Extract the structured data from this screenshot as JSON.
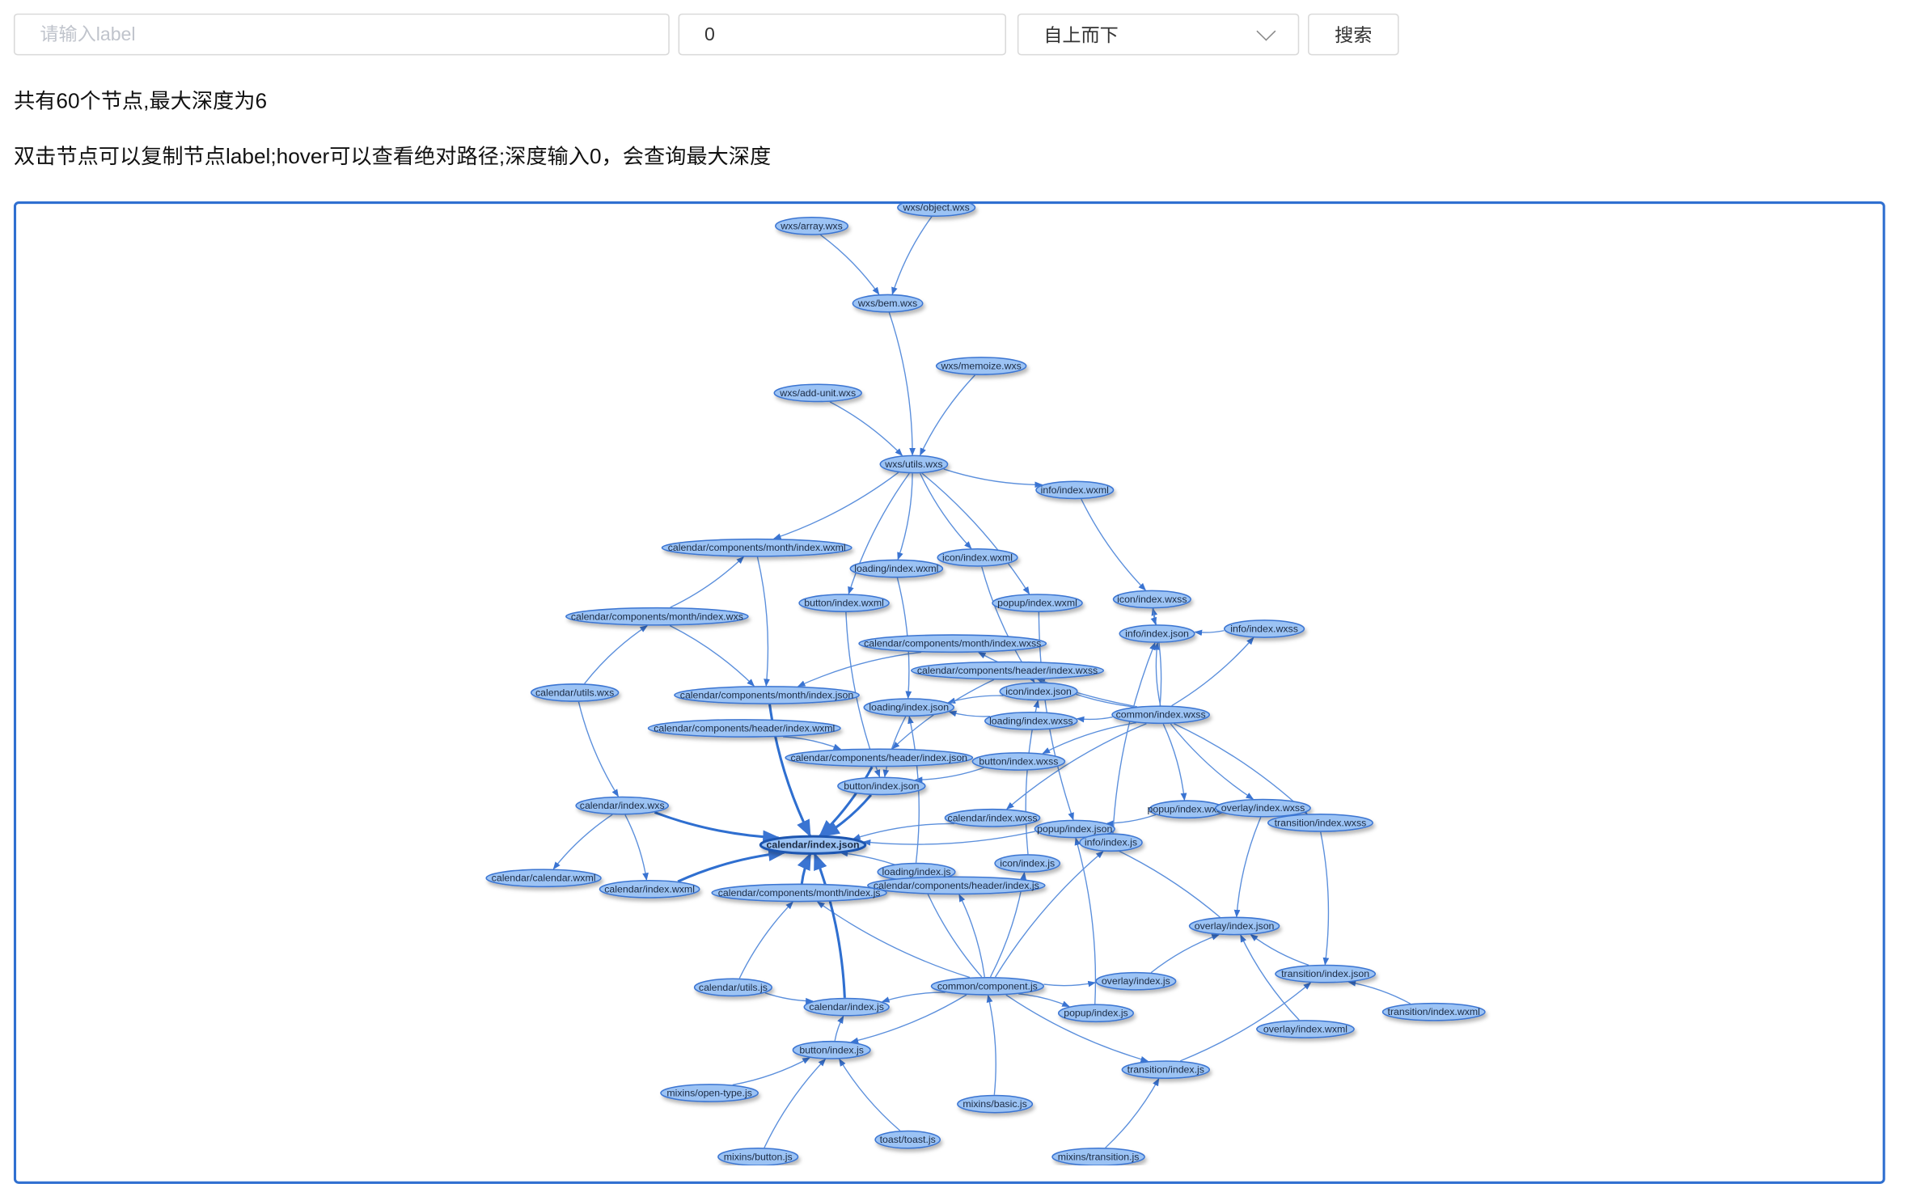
{
  "search": {
    "label_placeholder": "请输入label",
    "depth_value": "0",
    "direction": "自上而下",
    "search_label": "搜索"
  },
  "summary": "共有60个节点,最大深度为6",
  "hint": "双击节点可以复制节点label;hover可以查看绝对路径;深度输入0，会查询最大深度",
  "colors": {
    "node_fill": "#9cc3f4",
    "node_stroke": "#3a74d2",
    "edge": "#5b8fdc",
    "frame_border": "#2f6fd0"
  },
  "graph": {
    "focus_node": "calendar/index.json",
    "nodes": [
      "wxs/object.wxs",
      "wxs/array.wxs",
      "wxs/bem.wxs",
      "wxs/memoize.wxs",
      "wxs/add-unit.wxs",
      "wxs/utils.wxs",
      "info/index.wxml",
      "calendar/components/month/index.wxml",
      "icon/index.wxml",
      "loading/index.wxml",
      "button/index.wxml",
      "popup/index.wxml",
      "icon/index.wxss",
      "calendar/components/month/index.wxs",
      "info/index.json",
      "info/index.wxss",
      "calendar/components/month/index.wxss",
      "calendar/components/header/index.wxss",
      "calendar/utils.wxs",
      "calendar/components/month/index.json",
      "icon/index.json",
      "loading/index.json",
      "common/index.wxss",
      "loading/index.wxss",
      "calendar/components/header/index.wxml",
      "calendar/components/header/index.json",
      "button/index.wxss",
      "button/index.json",
      "calendar/index.wxs",
      "popup/index.wxss",
      "overlay/index.wxss",
      "calendar/index.wxss",
      "transition/index.wxss",
      "popup/index.json",
      "calendar/index.json",
      "info/index.js",
      "calendar/calendar.wxml",
      "icon/index.js",
      "loading/index.js",
      "calendar/index.wxml",
      "calendar/components/header/index.js",
      "calendar/components/month/index.js",
      "overlay/index.json",
      "transition/index.json",
      "calendar/utils.js",
      "common/component.js",
      "overlay/index.js",
      "calendar/index.js",
      "transition/index.wxml",
      "popup/index.js",
      "overlay/index.wxml",
      "button/index.js",
      "transition/index.js",
      "mixins/open-type.js",
      "mixins/basic.js",
      "toast/toast.js",
      "mixins/button.js",
      "mixins/transition.js"
    ]
  }
}
